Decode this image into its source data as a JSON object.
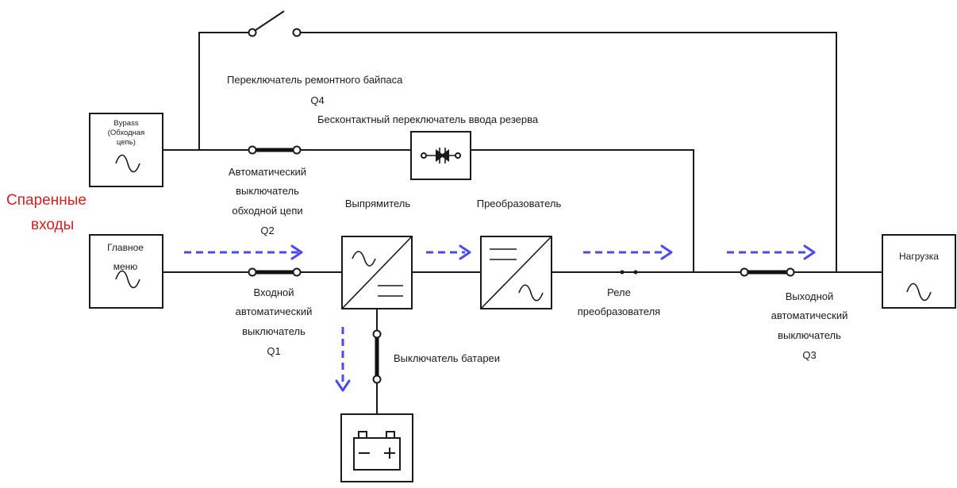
{
  "colors": {
    "wire": "#1a1a1a",
    "flow_arrow": "#4a4af0",
    "highlight": "#d42020"
  },
  "labels": {
    "dual_inputs": [
      "Спаренные",
      "входы"
    ],
    "bypass_source": [
      "Bypass",
      "(Обходная",
      "цепь)"
    ],
    "main_source": [
      "Главное",
      "меню"
    ],
    "maintenance_bypass": "Переключатель ремонтного байпаса",
    "q4": "Q4",
    "static_switch": "Бесконтактный переключатель ввода резерва",
    "bypass_breaker": [
      "Автоматический",
      "выключатель",
      "обходной цепи",
      "Q2"
    ],
    "rectifier": "Выпрямитель",
    "inverter": "Преобразователь",
    "input_breaker": [
      "Входной",
      "автоматический",
      "выключатель",
      "Q1"
    ],
    "battery_switch": "Выключатель батареи",
    "inverter_relay": [
      "Реле",
      "преобразователя"
    ],
    "output_breaker": [
      "Выходной",
      "автоматический",
      "выключатель",
      "Q3"
    ],
    "load": "Нагрузка"
  },
  "icons": {
    "ac_source": "sine-wave-icon",
    "static_switch": "thyristor-icon",
    "rectifier": "ac-dc-converter-icon",
    "inverter": "dc-ac-converter-icon",
    "battery": "battery-icon",
    "load": "sine-wave-icon"
  }
}
